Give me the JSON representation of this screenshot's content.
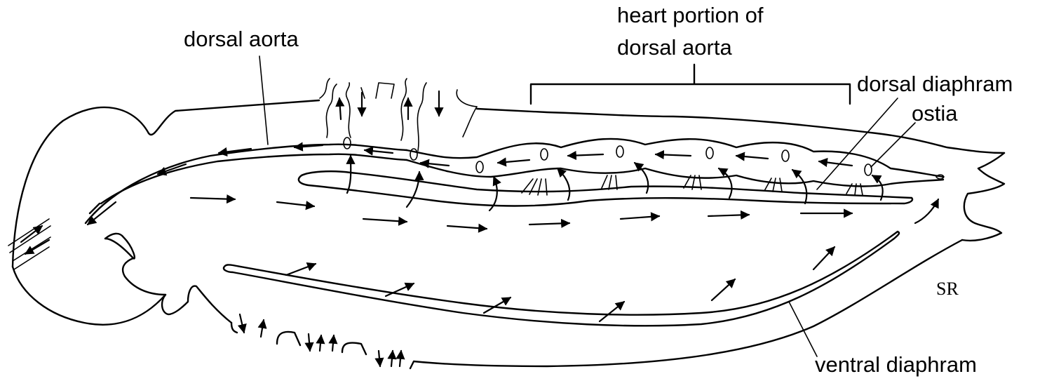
{
  "labels": {
    "dorsal_aorta": "dorsal aorta",
    "heart_portion_line1": "heart portion of",
    "heart_portion_line2": "dorsal aorta",
    "dorsal_diaphram": "dorsal diaphram",
    "ostia": "ostia",
    "ventral_diaphram": "ventral diaphram"
  },
  "monogram": "SR"
}
